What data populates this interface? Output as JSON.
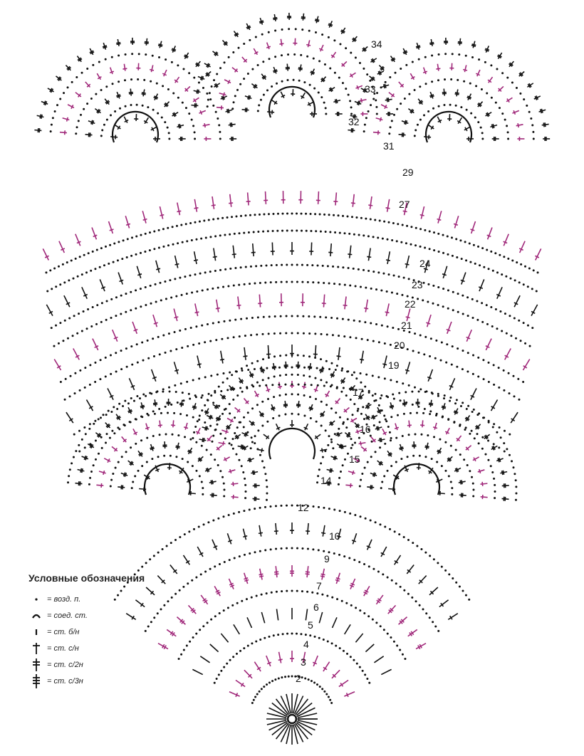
{
  "diagram": {
    "row_numbers": [
      "2",
      "3",
      "4",
      "5",
      "6",
      "7",
      "9",
      "10",
      "12",
      "14",
      "15",
      "16",
      "17",
      "19",
      "20",
      "21",
      "22",
      "23",
      "24",
      "27",
      "29",
      "31",
      "32",
      "33",
      "34"
    ],
    "colors": {
      "ink": "#111111",
      "accent": "#a0287a"
    }
  },
  "legend": {
    "title": "Условные обозначения",
    "items": [
      {
        "symbol": "chain-dot-icon",
        "label": "= возд. п."
      },
      {
        "symbol": "slip-stitch-icon",
        "label": "= соед. ст."
      },
      {
        "symbol": "single-crochet-icon",
        "label": "= ст. б/н"
      },
      {
        "symbol": "double-crochet-icon",
        "label": "= ст. с/н"
      },
      {
        "symbol": "treble-crochet-icon",
        "label": "= ст. с/2н"
      },
      {
        "symbol": "double-treble-crochet-icon",
        "label": "= ст. с/3н"
      }
    ]
  }
}
